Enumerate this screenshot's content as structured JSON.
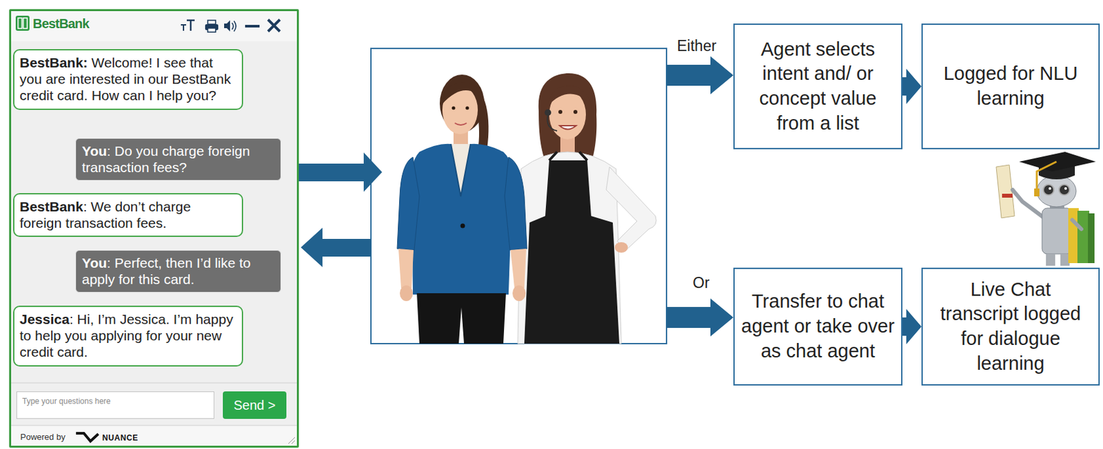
{
  "diagram": {
    "nodes": [
      {
        "text": [
          "BestBank",
          "Powered by",
          "NUANCE"
        ]
      },
      {
        "text": [
          "BestBank:",
          "Welcome! I see that you are interested in our BestBank credit card. How can I help you?"
        ],
        "in": 0
      },
      {
        "text": [
          "You",
          ": Do you charge foreign transaction fees?"
        ],
        "in": 0
      },
      {
        "text": [
          "BestBank",
          ": We don’t charge foreign transaction fees."
        ],
        "in": 0
      },
      {
        "text": [
          "You",
          ": Perfect, then I’d like to apply for this card."
        ],
        "in": 0
      },
      {
        "text": [
          "Jessica",
          ": Hi, I’m Jessica. I’m happy to help you applying for your new credit card."
        ],
        "in": 0
      },
      {
        "text": [
          "Type your questions here"
        ],
        "in": 0
      },
      {
        "text": [
          "Send >"
        ],
        "in": 0
      },
      {
        "text": [
          "Agent selects intent and/ or concept value from a list"
        ]
      },
      {
        "text": [
          "Logged for NLU learning"
        ]
      },
      {
        "text": [
          "Transfer to chat agent or take over as chat agent"
        ]
      },
      {
        "text": [
          "Live Chat transcript logged for dialogue learning"
        ]
      }
    ],
    "edges": [
      {
        "from": 8,
        "to": 9,
        "arrow": "to"
      },
      {
        "from": 10,
        "to": 11,
        "arrow": "to"
      }
    ],
    "labels": [
      "Either",
      "Or"
    ]
  }
}
